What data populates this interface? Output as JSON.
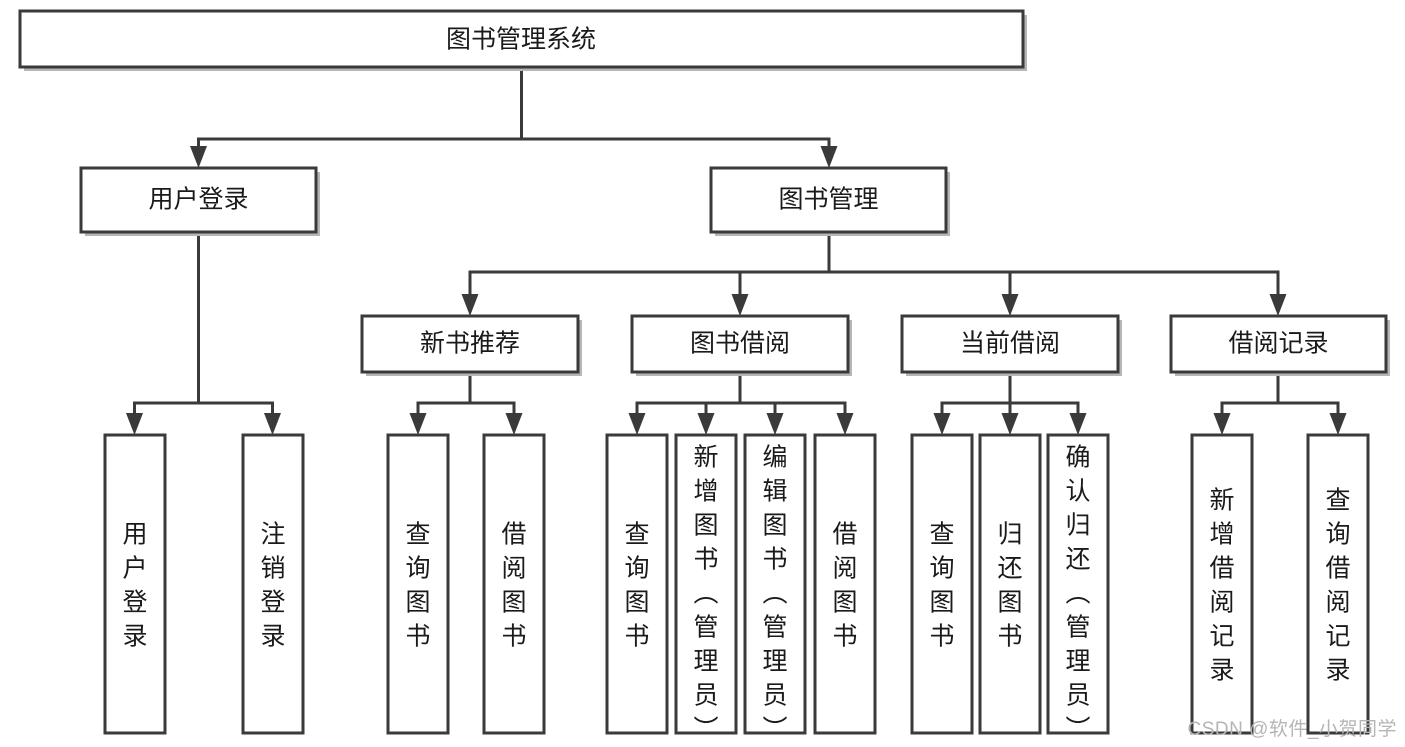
{
  "diagram": {
    "type": "tree-hierarchy-chart",
    "title": "图书管理系统",
    "orientation": "top-down",
    "colors": {
      "box_fill": "#ffffff",
      "box_stroke": "#3a3a3a",
      "text": "#1a1a1a",
      "shadow": "#b6b6b6",
      "watermark": "#b5b5b5",
      "background": "#ffffff"
    },
    "root": {
      "label": "图书管理系统"
    },
    "level1": [
      {
        "label": "用户登录"
      },
      {
        "label": "图书管理"
      }
    ],
    "level2": [
      {
        "label": "新书推荐"
      },
      {
        "label": "图书借阅"
      },
      {
        "label": "当前借阅"
      },
      {
        "label": "借阅记录"
      }
    ],
    "leaves": {
      "user_login": [
        {
          "label": "用户登录"
        },
        {
          "label": "注销登录"
        }
      ],
      "new_book_recommend": [
        {
          "label": "查询图书"
        },
        {
          "label": "借阅图书"
        }
      ],
      "book_borrow": [
        {
          "label": "查询图书"
        },
        {
          "label": "新增图书（管理员）"
        },
        {
          "label": "编辑图书（管理员）"
        },
        {
          "label": "借阅图书"
        }
      ],
      "current_borrow": [
        {
          "label": "查询图书"
        },
        {
          "label": "归还图书"
        },
        {
          "label": "确认归还（管理员）"
        }
      ],
      "borrow_records": [
        {
          "label": "新增借阅记录"
        },
        {
          "label": "查询借阅记录"
        }
      ]
    }
  },
  "watermark": {
    "text": "CSDN @软件_小贺同学"
  }
}
